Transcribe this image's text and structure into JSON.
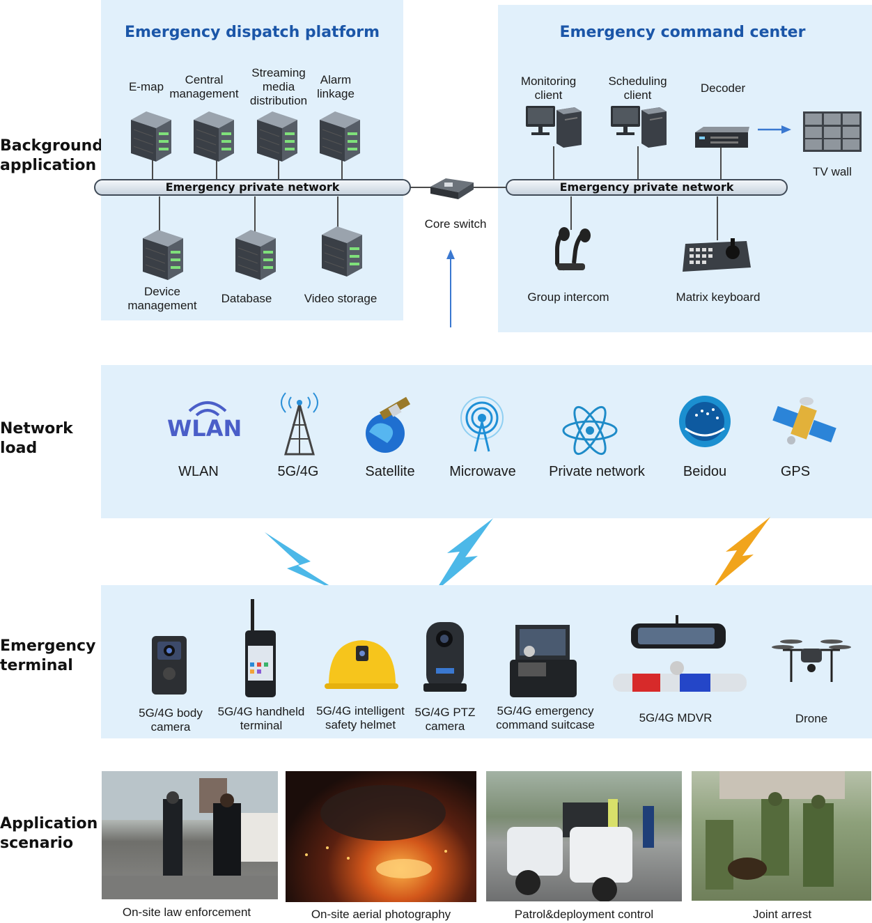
{
  "sections": {
    "background": "Background\napplication",
    "network": "Network\nload",
    "terminal": "Emergency\nterminal",
    "scenario": "Application\nscenario"
  },
  "dispatch": {
    "title": "Emergency dispatch platform",
    "servers_top": [
      "E-map",
      "Central\nmanagement",
      "Streaming\nmedia\ndistribution",
      "Alarm\nlinkage"
    ],
    "bus": "Emergency private network",
    "servers_bottom": [
      "Device\nmanagement",
      "Database",
      "Video storage"
    ]
  },
  "core_switch": "Core switch",
  "command": {
    "title": "Emergency command center",
    "monitoring": "Monitoring\nclient",
    "scheduling": "Scheduling\nclient",
    "decoder": "Decoder",
    "tv_wall": "TV wall",
    "bus": "Emergency private network",
    "group_intercom": "Group intercom",
    "matrix_keyboard": "Matrix keyboard"
  },
  "network": {
    "wlan_logo": "WLAN",
    "items": [
      "WLAN",
      "5G/4G",
      "Satellite",
      "Microwave",
      "Private network",
      "Beidou",
      "GPS"
    ]
  },
  "terminals": {
    "items": [
      "5G/4G body\ncamera",
      "5G/4G handheld\nterminal",
      "5G/4G intelligent\nsafety helmet",
      "5G/4G PTZ\ncamera",
      "5G/4G   emergency\ncommand suitcase",
      "5G/4G MDVR",
      "Drone"
    ]
  },
  "scenarios": [
    "On-site law enforcement",
    "On-site aerial photography",
    "Patrol&deployment control",
    "Joint arrest"
  ],
  "colors": {
    "panel": "#e1f0fb",
    "title": "#1b56a8",
    "arrow": "#3a78d0",
    "bolt_blue": "#4cb8e8",
    "bolt_orange": "#f1a41c"
  }
}
